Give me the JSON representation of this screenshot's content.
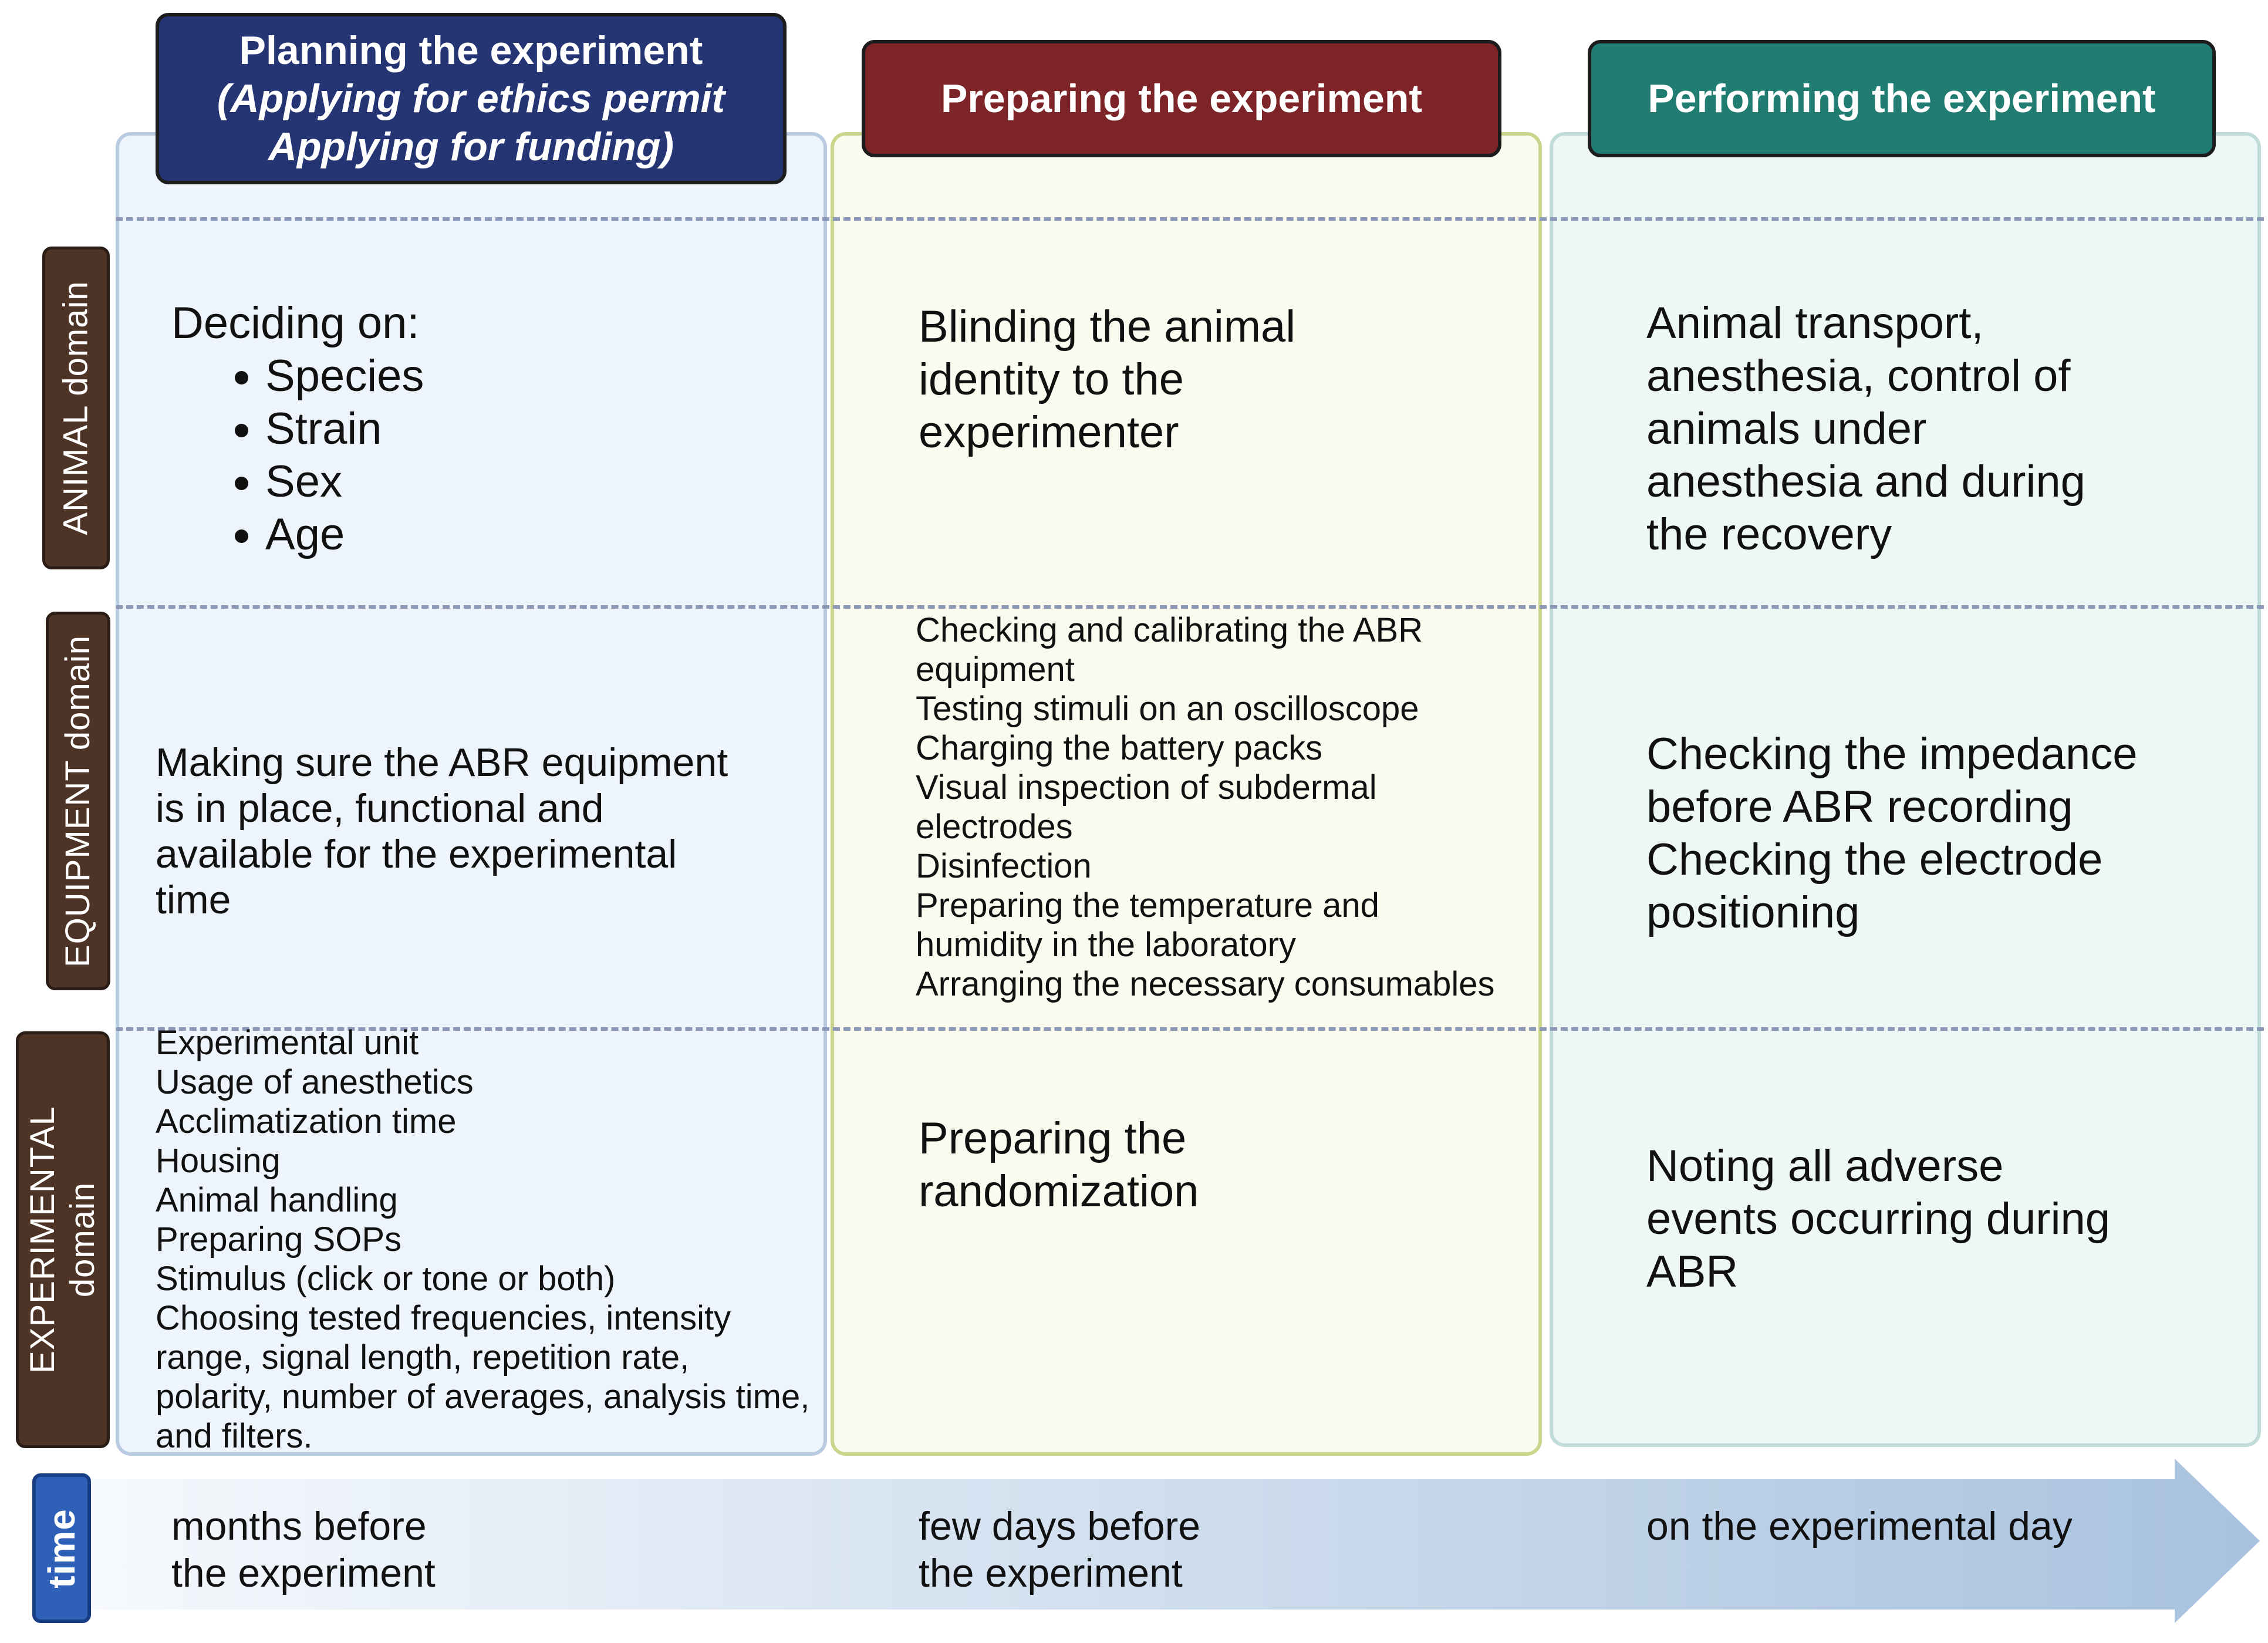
{
  "headers": {
    "planning": {
      "title": "Planning the experiment",
      "sub1": "(Applying for ethics permit",
      "sub2": "Applying for funding)"
    },
    "preparing": {
      "title": "Preparing the experiment"
    },
    "performing": {
      "title": "Performing the experiment"
    }
  },
  "rows": {
    "animal": {
      "label": "ANIMAL domain"
    },
    "equipment": {
      "label": "EQUIPMENT domain"
    },
    "experimental": {
      "label1": "EXPERIMENTAL",
      "label2": "domain"
    }
  },
  "cells": {
    "animal_planning": {
      "heading": "Deciding on:",
      "bullets": [
        "Species",
        "Strain",
        "Sex",
        "Age"
      ]
    },
    "animal_preparing": {
      "lines": [
        "Blinding the animal",
        "identity to the",
        "experimenter"
      ]
    },
    "animal_performing": {
      "lines": [
        "Animal transport,",
        "anesthesia,  control of",
        "animals under",
        "anesthesia and during",
        "the recovery"
      ]
    },
    "equipment_planning": {
      "lines": [
        "Making sure the ABR equipment",
        "is in place, functional and",
        "available for the experimental",
        "time"
      ]
    },
    "equipment_preparing": {
      "lines": [
        "Checking and calibrating the ABR",
        "equipment",
        "Testing stimuli on an oscilloscope",
        "Charging the battery packs",
        "Visual inspection of subdermal",
        "electrodes",
        "Disinfection",
        "Preparing the temperature and",
        "humidity in the  laboratory",
        "Arranging the necessary consumables"
      ]
    },
    "equipment_performing": {
      "lines": [
        "Checking the impedance",
        "before ABR recording",
        "Checking the electrode",
        "positioning"
      ]
    },
    "experimental_planning": {
      "lines": [
        "Experimental unit",
        "Usage of anesthetics",
        "Acclimatization time",
        "Housing",
        "Animal handling",
        "Preparing SOPs",
        "Stimulus (click or tone or both)",
        "Choosing  tested frequencies, intensity",
        "range, signal length, repetition rate,",
        "polarity, number of averages, analysis time,",
        "and filters."
      ]
    },
    "experimental_preparing": {
      "lines": [
        "Preparing the",
        "randomization"
      ]
    },
    "experimental_performing": {
      "lines": [
        "Noting all adverse",
        "events occurring during",
        "ABR"
      ]
    }
  },
  "time": {
    "label": "time",
    "planning": [
      "months before",
      "the experiment"
    ],
    "preparing": [
      "few days before",
      "the experiment"
    ],
    "performing": [
      "on the experimental day"
    ]
  },
  "colors": {
    "planning_header": "#253574",
    "preparing_header": "#7d2428",
    "performing_header": "#217d72",
    "row_label": "#4e3426",
    "time_label": "#2d60b6",
    "arrow_start": "#f3f7fc",
    "arrow_end": "#a9c3e0"
  }
}
